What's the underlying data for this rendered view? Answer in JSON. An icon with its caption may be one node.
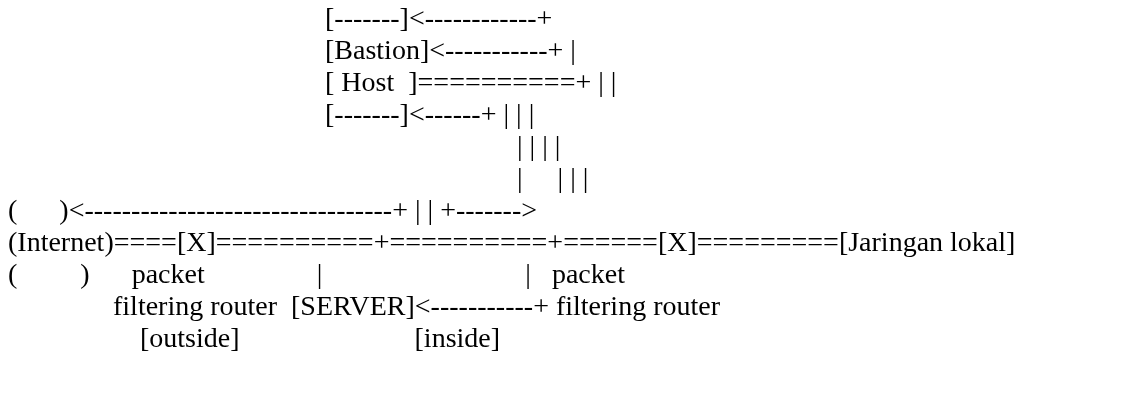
{
  "diagram": {
    "labels": [
      "[-------]<------------+",
      "[Bastion]<-----------+ |",
      "[ Host  ]==========+ | |",
      "[-------]<------+ | | |",
      "| | | |",
      "|     | | |",
      "(      )<---------------------------------+ | | +------->",
      "(Internet)====[X]==========+==========+======[X]=========[Jaringan lokal]",
      "(         )      packet                |                             |   packet",
      "filtering router  [SERVER]<-----------+ filtering router",
      "[outside]                         [inside]"
    ]
  }
}
